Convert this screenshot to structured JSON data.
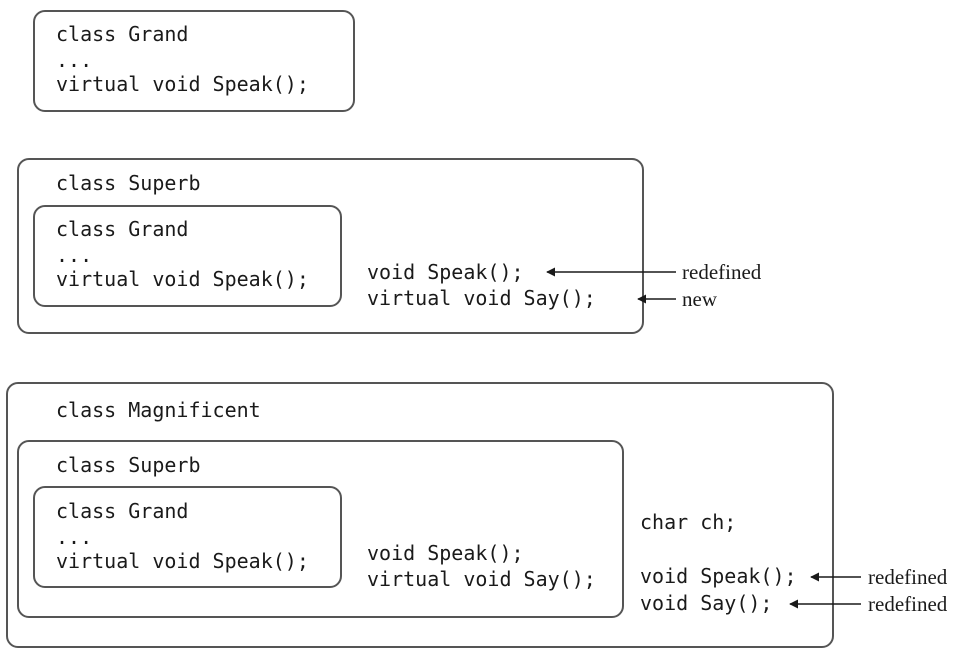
{
  "diagram1": {
    "grand": {
      "header": "class Grand",
      "ellipsis": "...",
      "method": "virtual void Speak();"
    }
  },
  "diagram2": {
    "superb": {
      "header": "class Superb",
      "members": [
        "void Speak();",
        "virtual void Say();"
      ]
    },
    "grand": {
      "header": "class Grand",
      "ellipsis": "...",
      "method": "virtual void Speak();"
    },
    "annotations": [
      "redefined",
      "new"
    ]
  },
  "diagram3": {
    "magnificent": {
      "header": "class Magnificent",
      "field": "char ch;",
      "members": [
        "void Speak();",
        "void Say();"
      ]
    },
    "superb": {
      "header": "class Superb",
      "members": [
        "void Speak();",
        "virtual void Say();"
      ]
    },
    "grand": {
      "header": "class Grand",
      "ellipsis": "...",
      "method": "virtual void Speak();"
    },
    "annotations": [
      "redefined",
      "redefined"
    ]
  }
}
